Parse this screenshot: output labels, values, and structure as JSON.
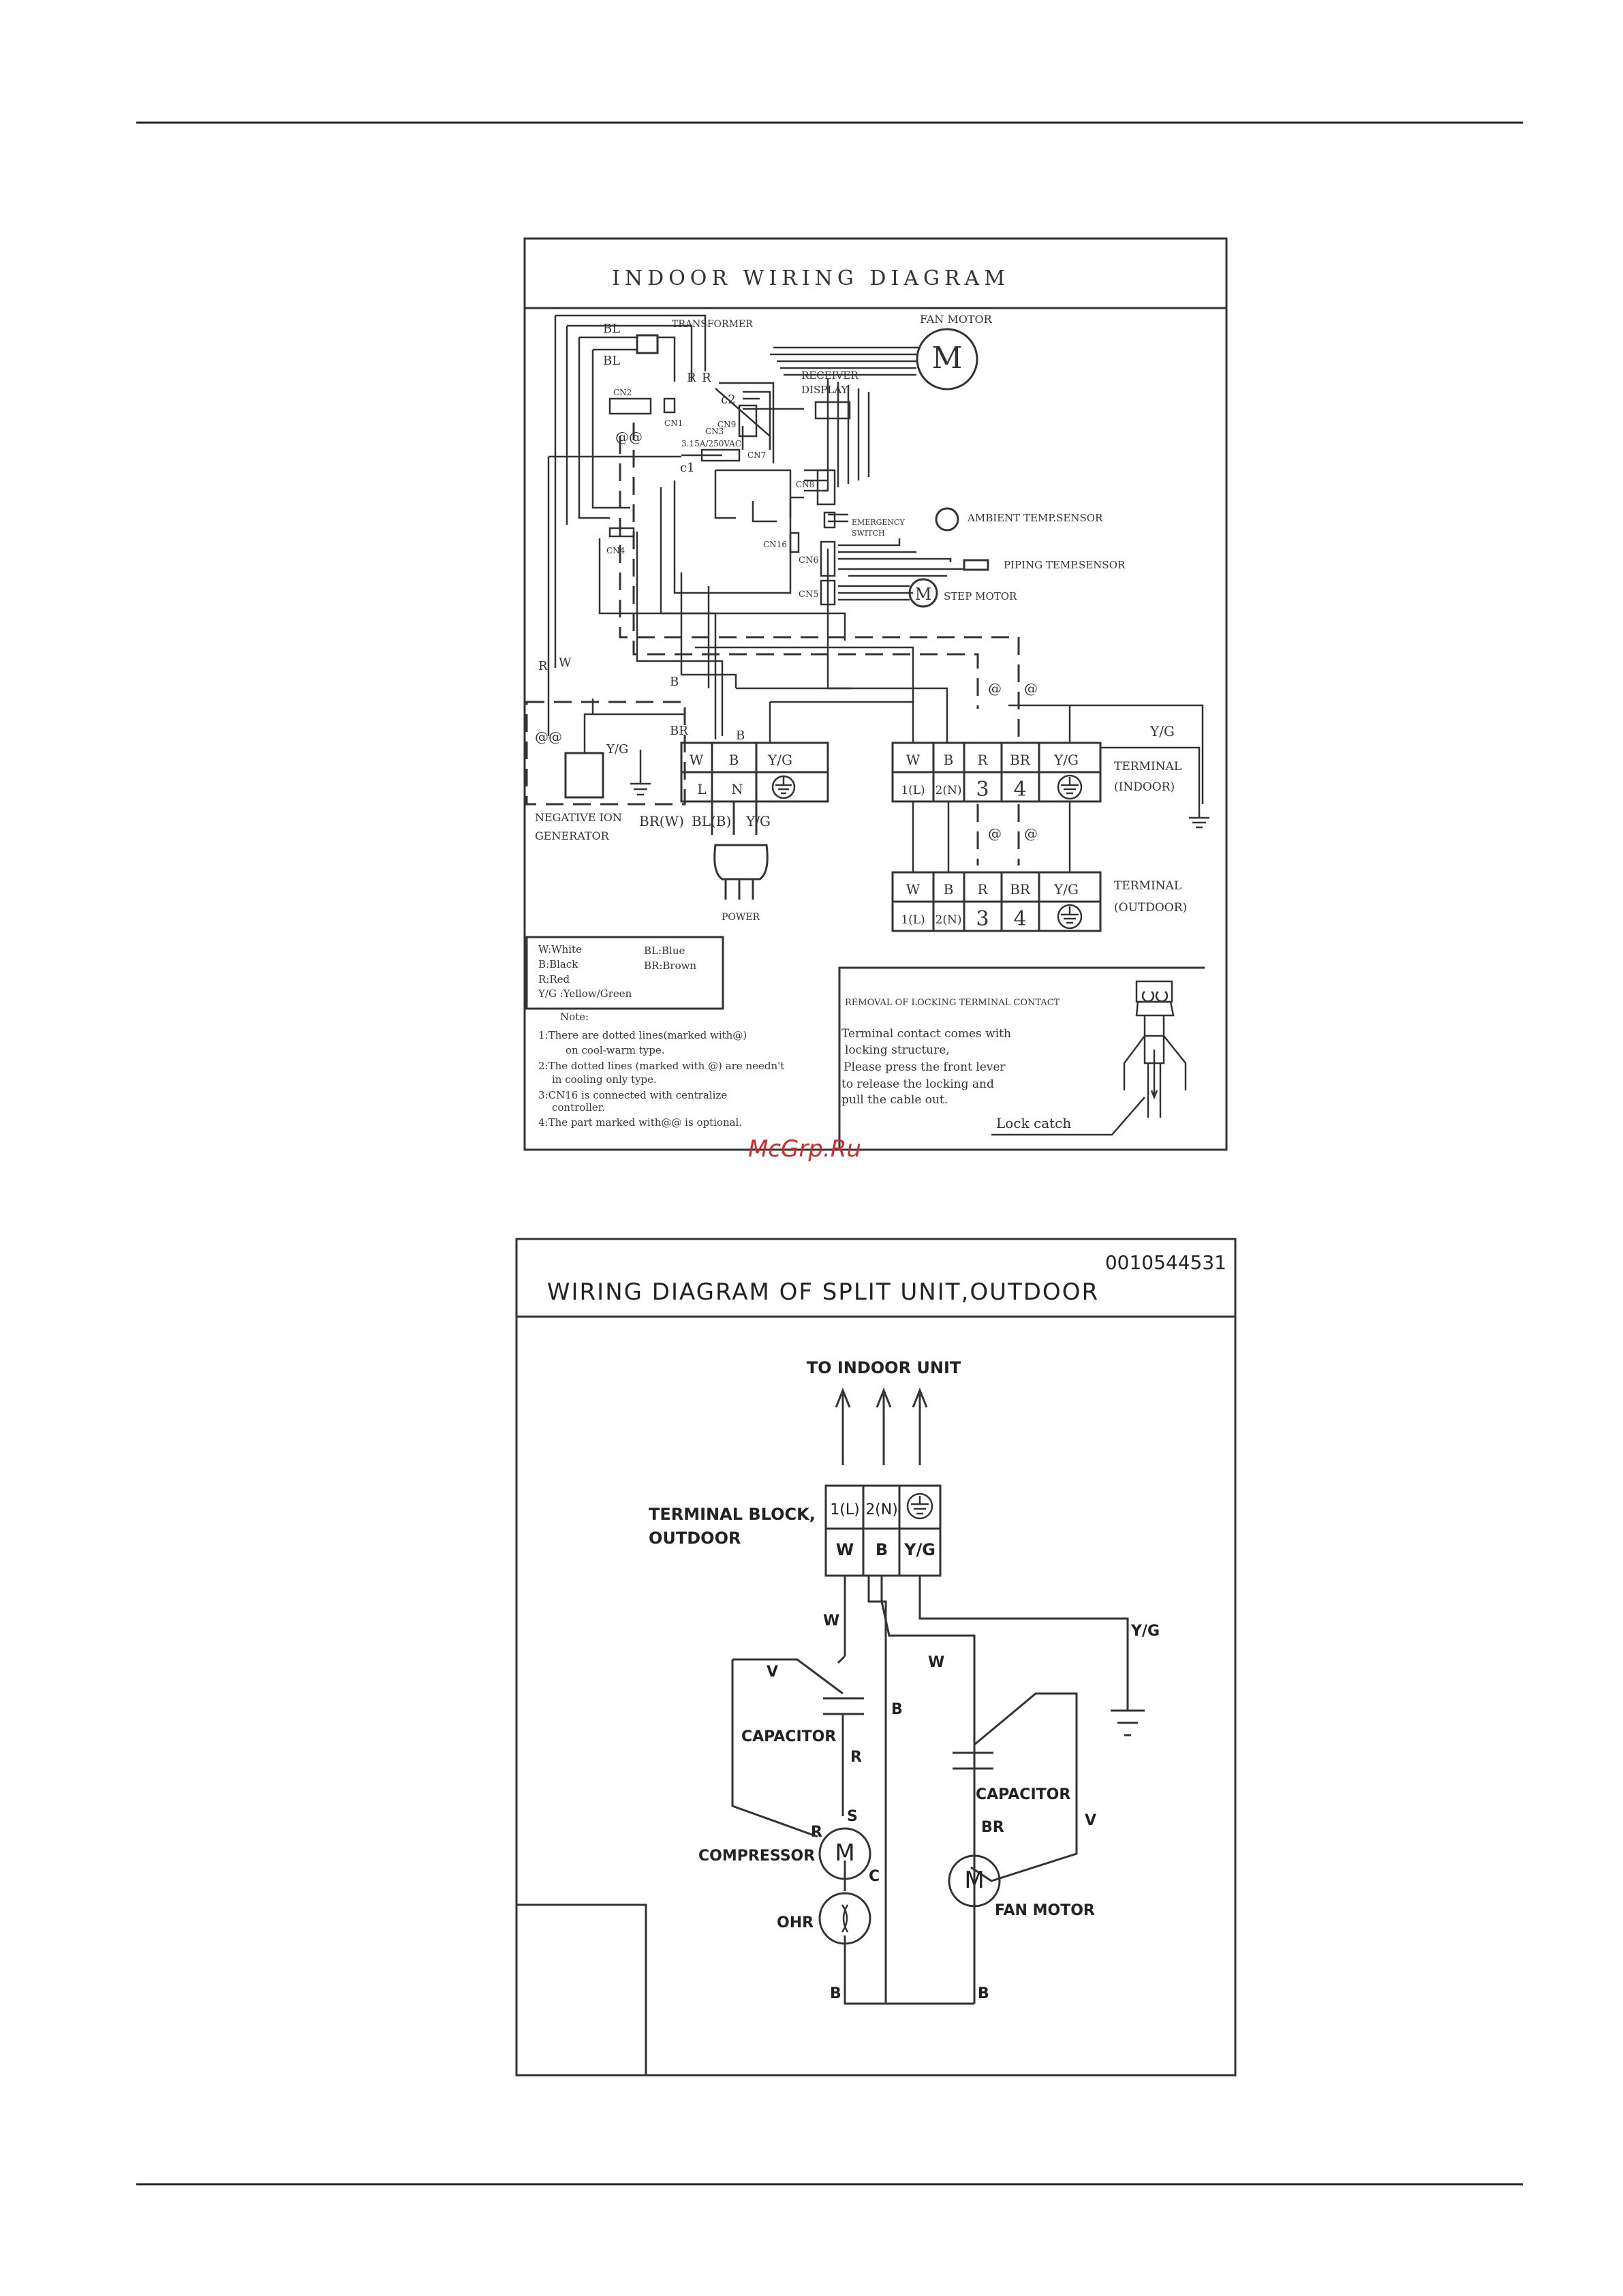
{
  "indoor": {
    "title": "INDOOR WIRING DIAGRAM",
    "components": {
      "fan_motor": "FAN MOTOR",
      "transformer": "TRANSFORMER",
      "receiver_display": [
        "RECEIVER",
        "DISPLAY"
      ],
      "fuse": "3.15A/250VAC",
      "emergency_switch": [
        "EMERGENCY",
        "SWITCH"
      ],
      "ambient_sensor": "AMBIENT TEMP.SENSOR",
      "piping_sensor": "PIPING TEMP.SENSOR",
      "step_motor": "STEP MOTOR",
      "negative_ion": [
        "NEGATIVE ION",
        "GENERATOR"
      ],
      "power": "POWER",
      "motor_symbol": "M"
    },
    "connectors": {
      "cn1": "CN1",
      "cn2": "CN2",
      "cn3": "CN3",
      "cn4": "CN4",
      "cn5": "CN5",
      "cn6": "CN6",
      "cn7": "CN7",
      "cn8": "CN8",
      "cn9": "CN9",
      "cn16": "CN16",
      "c1": "c1",
      "c2": "c2"
    },
    "wire_labels": {
      "bl": "BL",
      "r": "R",
      "w": "W",
      "b": "B",
      "br": "BR",
      "yg": "Y/G",
      "at": "@",
      "atat": "@@",
      "br_w": "BR(W)",
      "bl_b": "BL(B)"
    },
    "power_terminal": {
      "top": [
        "W",
        "B",
        "Y/G"
      ],
      "bottom": [
        "L",
        "N"
      ]
    },
    "terminal_indoor": {
      "label": [
        "TERMINAL",
        "(INDOOR)"
      ],
      "top": [
        "W",
        "B",
        "R",
        "BR",
        "Y/G"
      ],
      "bottom": [
        "1(L)",
        "2(N)",
        "3",
        "4"
      ]
    },
    "terminal_outdoor": {
      "label": [
        "TERMINAL",
        "(OUTDOOR)"
      ],
      "top": [
        "W",
        "B",
        "R",
        "BR",
        "Y/G"
      ],
      "bottom": [
        "1(L)",
        "2(N)",
        "3",
        "4"
      ]
    },
    "legend": {
      "left": [
        "W:White",
        "B:Black",
        "R:Red",
        "Y/G :Yellow/Green"
      ],
      "right": [
        "BL:Blue",
        "BR:Brown"
      ]
    },
    "notes": {
      "heading": "Note:",
      "lines": [
        "1:There are dotted lines(marked with@)",
        "on cool-warm type.",
        "2:The dotted lines (marked with @) are needn't",
        "in cooling only type.",
        "3:CN16 is connected with centralize",
        "controller.",
        "4:The part marked with@@ is optional."
      ]
    },
    "removal": {
      "heading": "REMOVAL OF LOCKING TERMINAL CONTACT",
      "lines": [
        "Terminal contact comes with",
        "locking structure,",
        "Please press the front lever",
        "to release the locking and",
        "pull the cable out."
      ],
      "lock_catch": "Lock catch"
    }
  },
  "watermark": "McGrp.Ru",
  "outdoor": {
    "code": "0010544531",
    "title": "WIRING DIAGRAM OF SPLIT UNIT,OUTDOOR",
    "to_indoor": "TO INDOOR UNIT",
    "terminal_block": [
      "TERMINAL BLOCK,",
      "OUTDOOR"
    ],
    "terminal_top": [
      "1(L)",
      "2(N)"
    ],
    "terminal_bottom": [
      "W",
      "B",
      "Y/G"
    ],
    "wire_labels": {
      "w": "W",
      "b": "B",
      "yg": "Y/G",
      "v": "V",
      "r": "R",
      "br": "BR",
      "s": "S",
      "c": "C"
    },
    "components": {
      "capacitor": "CAPACITOR",
      "compressor": "COMPRESSOR",
      "ohr": "OHR",
      "fan_motor": "FAN MOTOR",
      "motor_symbol": "M"
    }
  }
}
